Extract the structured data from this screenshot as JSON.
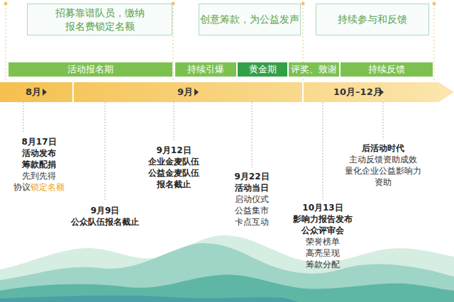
{
  "diagram": {
    "nodes": [
      {
        "text": [
          "招募靠谱队员，缴纳 报名费锁定名额"
        ]
      },
      {
        "text": [
          "创意筹款，为公益发声"
        ]
      },
      {
        "text": [
          "持续参与和反馈"
        ]
      },
      {
        "text": [
          "活动报名期"
        ]
      },
      {
        "text": [
          "持续引爆"
        ]
      },
      {
        "text": [
          "黄金期"
        ]
      },
      {
        "text": [
          "评奖、致谢"
        ]
      },
      {
        "text": [
          "持续反馈"
        ]
      },
      {
        "text": [
          "8月",
          "9月",
          "10月–12月"
        ]
      }
    ],
    "labels": [
      "8月17日 活动发布 筹款配捐",
      "先到先得 协议",
      "锁定名额",
      "9月9日 公众队伍报名截止",
      "9月12日 企业金麦队伍 公益金麦队伍 报名截止",
      "9月22日 活动当日",
      "启动仪式 公益集市 卡点互动",
      "10月13日 影响力报告发布 公众评审会",
      "荣誉榜单 高亮呈现 筹款分配",
      "后活动时代",
      "主动反馈资助成效 量化企业公益影响力 资助"
    ]
  }
}
